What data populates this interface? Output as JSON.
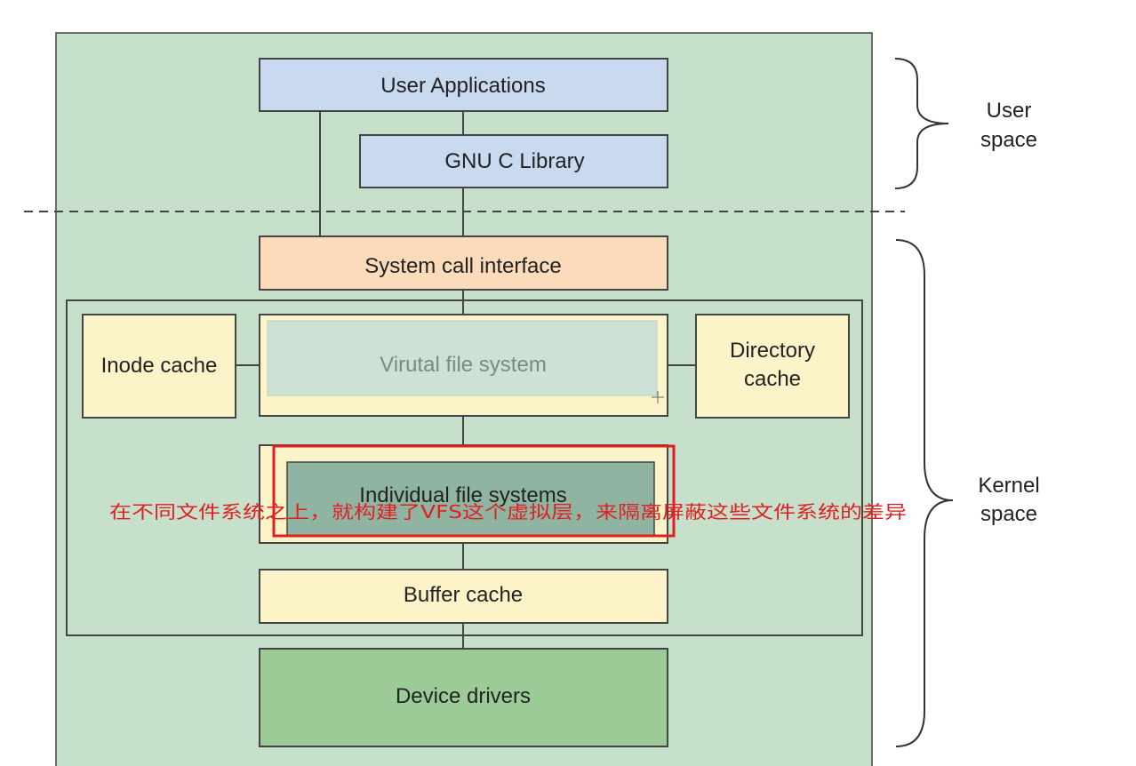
{
  "diagram": {
    "boxes": {
      "user_applications": "User Applications",
      "gnu_c_library": "GNU C Library",
      "system_call_interface": "System call interface",
      "inode_cache": "Inode cache",
      "virtual_file_system": "Virutal file system",
      "directory_cache_line1": "Directory",
      "directory_cache_line2": "cache",
      "individual_file_systems": "Individual file systems",
      "buffer_cache": "Buffer cache",
      "device_drivers": "Device drivers"
    },
    "regions": {
      "user_space_line1": "User",
      "user_space_line2": "space",
      "kernel_space_line1": "Kernel",
      "kernel_space_line2": "space"
    },
    "annotation": "在不同文件系统之上，就构建了VFS这个虚拟层，来隔离屏蔽这些文件系统的差异"
  },
  "colors": {
    "background_green": "#c6e0cc",
    "user_blue": "#c9d9ef",
    "syscall_orange": "#fbdbba",
    "cache_yellow": "#fdf3c8",
    "vfs_inner": "#cde1d5",
    "fs_inner": "#8fb5a2",
    "drivers_green": "#9ccb98",
    "annotation_red": "#e02020"
  }
}
